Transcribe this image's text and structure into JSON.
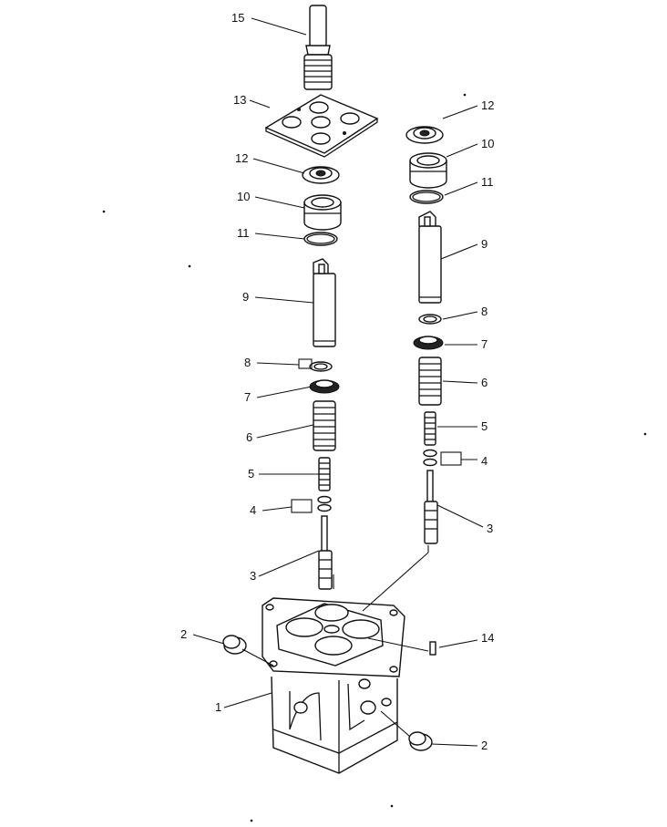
{
  "diagram": {
    "callouts": {
      "c15": "15",
      "c13": "13",
      "c12_left": "12",
      "c10_left": "10",
      "c11_left": "11",
      "c9_left": "9",
      "c8_left": "8",
      "c7_left": "7",
      "c6_left": "6",
      "c5_left": "5",
      "c4_left": "4",
      "c3_left": "3",
      "c2_left": "2",
      "c1": "1",
      "c12_right": "12",
      "c10_right": "10",
      "c11_right": "11",
      "c9_right": "9",
      "c8_right": "8",
      "c7_right": "7",
      "c6_right": "6",
      "c5_right": "5",
      "c4_right": "4",
      "c3_right": "3",
      "c14": "14",
      "c2_right": "2"
    }
  }
}
